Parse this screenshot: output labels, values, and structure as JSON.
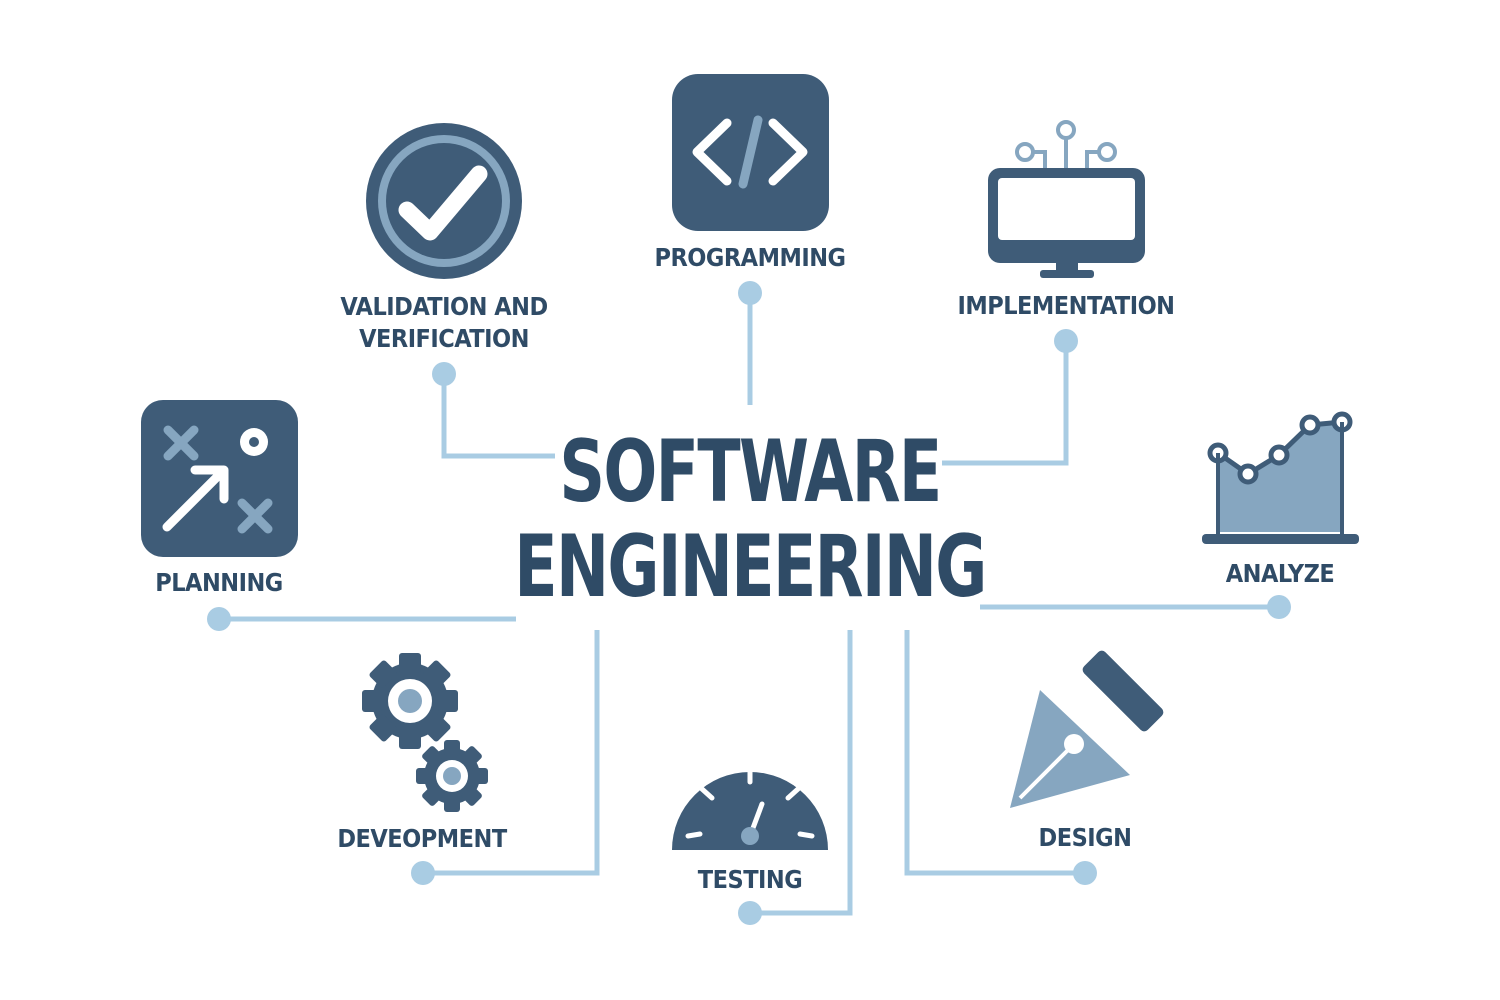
{
  "title": {
    "line1": "SOFTWARE",
    "line2": "ENGINEERING"
  },
  "nodes": {
    "programming": "PROGRAMMING",
    "validation": "VALIDATION AND\nVERIFICATION",
    "implementation": "IMPLEMENTATION",
    "planning": "PLANNING",
    "analyze": "ANALYZE",
    "development": "DEVEOPMENT",
    "testing": "TESTING",
    "design": "DESIGN"
  },
  "colors": {
    "dark": "#3f5c78",
    "mid": "#86a6c0",
    "light": "#a9cce3",
    "text": "#2f4b66"
  },
  "icons": {
    "programming": "code-icon",
    "validation": "checkmark-icon",
    "implementation": "monitor-icon",
    "planning": "strategy-icon",
    "analyze": "chart-icon",
    "development": "gears-icon",
    "testing": "gauge-icon",
    "design": "pen-nib-icon"
  }
}
